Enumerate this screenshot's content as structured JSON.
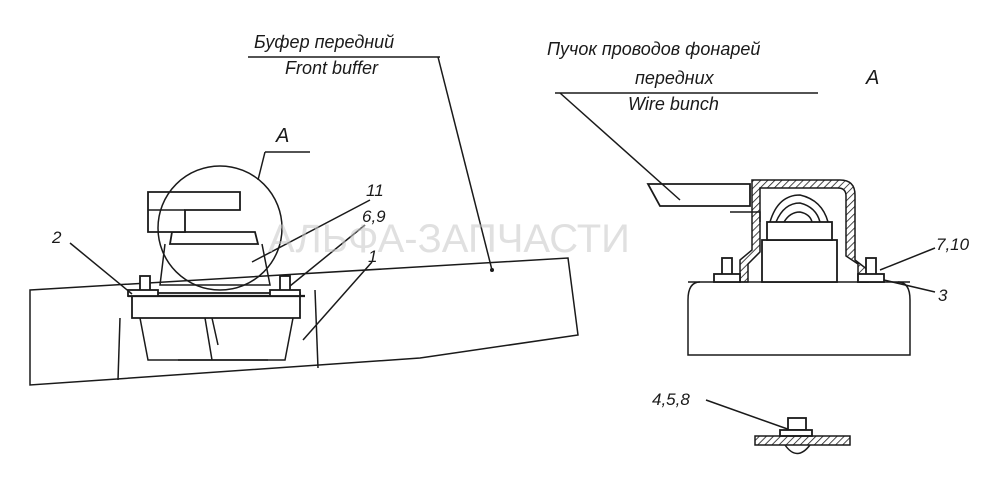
{
  "labels": {
    "buffer_ru": "Буфер передний",
    "buffer_en": "Front buffer",
    "wire_ru_1": "Пучок проводов фонарей",
    "wire_ru_2": "передних",
    "wire_en": "Wire bunch",
    "view_ref_left": "A",
    "view_ref_right": "A",
    "part_11": "11",
    "part_6_9": "6,9",
    "part_2": "2",
    "part_1": "1",
    "part_7_10": "7,10",
    "part_3": "3",
    "part_4_5_8": "4,5,8"
  },
  "watermark": "АЛЬФА-ЗАПЧАСТИ"
}
